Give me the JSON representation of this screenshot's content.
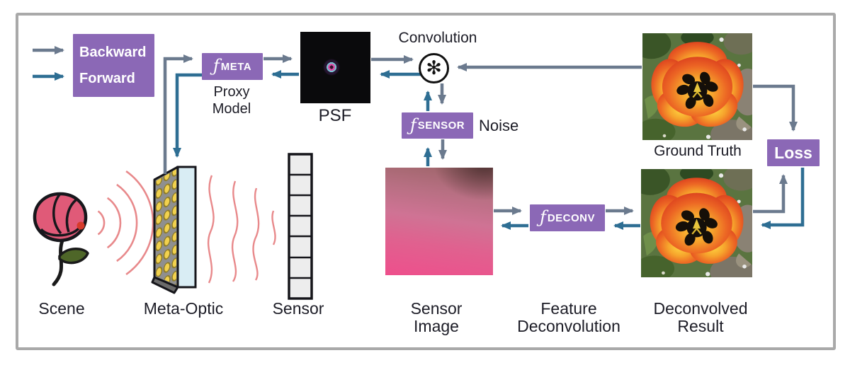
{
  "legend": {
    "backward_label": "Backward",
    "forward_label": "Forward"
  },
  "nodes": {
    "meta": {
      "f": "ƒ",
      "name": "META"
    },
    "sensor": {
      "f": "ƒ",
      "name": "SENSOR"
    },
    "deconv": {
      "f": "ƒ",
      "name": "DECONV"
    },
    "loss_label": "Loss",
    "convolution_symbol": "✻"
  },
  "captions": {
    "proxy_model": [
      "Proxy",
      "Model"
    ],
    "psf": "PSF",
    "convolution": "Convolution",
    "noise": "Noise",
    "scene": "Scene",
    "meta_optic": "Meta-Optic",
    "sensor": "Sensor",
    "sensor_image": [
      "Sensor",
      "Image"
    ],
    "feature_deconvolution": [
      "Feature",
      "Deconvolution"
    ],
    "ground_truth": "Ground Truth",
    "deconvolved_result": [
      "Deconvolved",
      "Result"
    ]
  },
  "colors": {
    "purple": "#8b68b6",
    "backward": "#6b7a8e",
    "forward": "#2e6e93",
    "ink": "#1c1c26",
    "wave": "#e8898b",
    "frame": "#a9a9a9"
  }
}
